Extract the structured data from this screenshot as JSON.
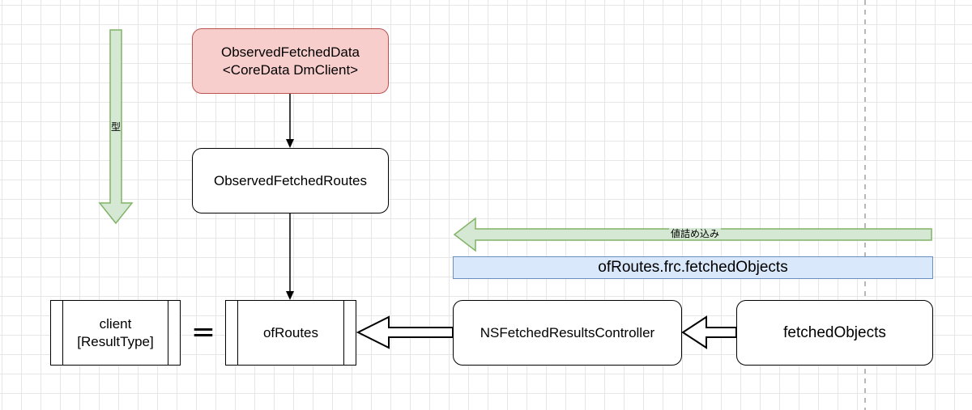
{
  "nodes": {
    "observed_fetched_data": "ObservedFetchedData\n<CoreData DmClient>",
    "observed_fetched_routes": "ObservedFetchedRoutes",
    "client_result_type": "client\n[ResultType]",
    "of_routes": "ofRoutes",
    "ns_fetched_results_controller": "NSFetchedResultsController",
    "fetched_objects": "fetchedObjects",
    "of_routes_frc_fetched_objects": "ofRoutes.frc.fetchedObjects"
  },
  "labels": {
    "type_arrow": "型",
    "value_fill_arrow": "値詰め込み",
    "equals_sign": "="
  },
  "colors": {
    "red_fill": "#f8cecc",
    "red_stroke": "#b85450",
    "green_fill": "#d5e8d4",
    "green_stroke": "#82b366",
    "blue_fill": "#dae8fc",
    "blue_stroke": "#6c8ebf"
  }
}
